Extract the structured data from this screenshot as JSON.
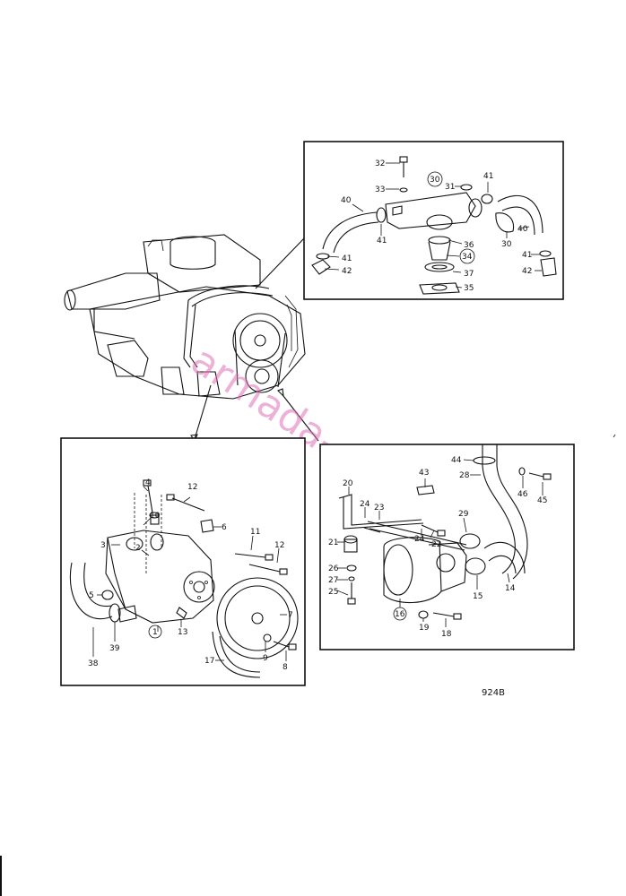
{
  "figure_code": "924B",
  "watermark": "armada-co.ru",
  "thermostat_panel": {
    "labels": [
      "32",
      "33",
      "30",
      "31",
      "41",
      "40",
      "41",
      "41",
      "42",
      "36",
      "34",
      "37",
      "35",
      "30",
      "40",
      "41",
      "42"
    ]
  },
  "water_pump_panel": {
    "labels": [
      "4",
      "12",
      "10",
      "6",
      "2",
      "3",
      "11",
      "12",
      "5",
      "1",
      "13",
      "7",
      "39",
      "38",
      "9",
      "8",
      "17"
    ]
  },
  "sea_pump_panel": {
    "labels": [
      "44",
      "28",
      "46",
      "45",
      "43",
      "20",
      "24",
      "23",
      "29",
      "21",
      "22",
      "24",
      "26",
      "27",
      "25",
      "15",
      "14",
      "16",
      "19",
      "18"
    ]
  }
}
